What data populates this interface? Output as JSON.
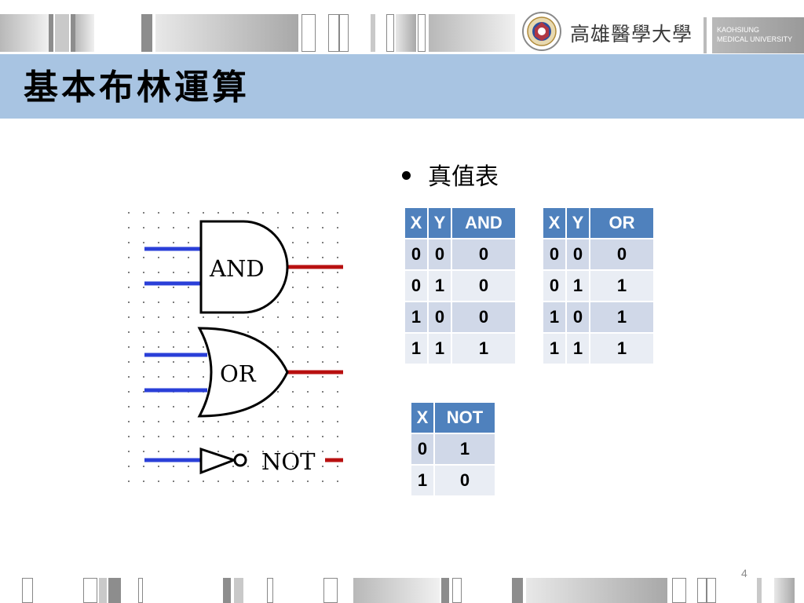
{
  "header": {
    "logo_name": "高雄醫學大學",
    "logo_en_line1": "KAOHSIUNG",
    "logo_en_line2": "MEDICAL UNIVERSITY"
  },
  "title": "基本布林運算",
  "bullet": "真值表",
  "tables": {
    "and": {
      "headers": [
        "X",
        "Y",
        "AND"
      ],
      "rows": [
        [
          "0",
          "0",
          "0"
        ],
        [
          "0",
          "1",
          "0"
        ],
        [
          "1",
          "0",
          "0"
        ],
        [
          "1",
          "1",
          "1"
        ]
      ]
    },
    "or": {
      "headers": [
        "X",
        "Y",
        "OR"
      ],
      "rows": [
        [
          "0",
          "0",
          "0"
        ],
        [
          "0",
          "1",
          "1"
        ],
        [
          "1",
          "0",
          "1"
        ],
        [
          "1",
          "1",
          "1"
        ]
      ]
    },
    "not": {
      "headers": [
        "X",
        "NOT"
      ],
      "rows": [
        [
          "0",
          "1"
        ],
        [
          "1",
          "0"
        ]
      ]
    }
  },
  "diagram": {
    "and_label": "AND",
    "or_label": "OR",
    "not_label": "NOT",
    "input_color": "#2a3fd8",
    "output_color": "#b81010"
  },
  "colors": {
    "title_bar": "#a8c4e2",
    "table_header": "#4f81bd",
    "row_dark": "#d0d8e8",
    "row_light": "#e9edf4"
  },
  "page_number": "4"
}
